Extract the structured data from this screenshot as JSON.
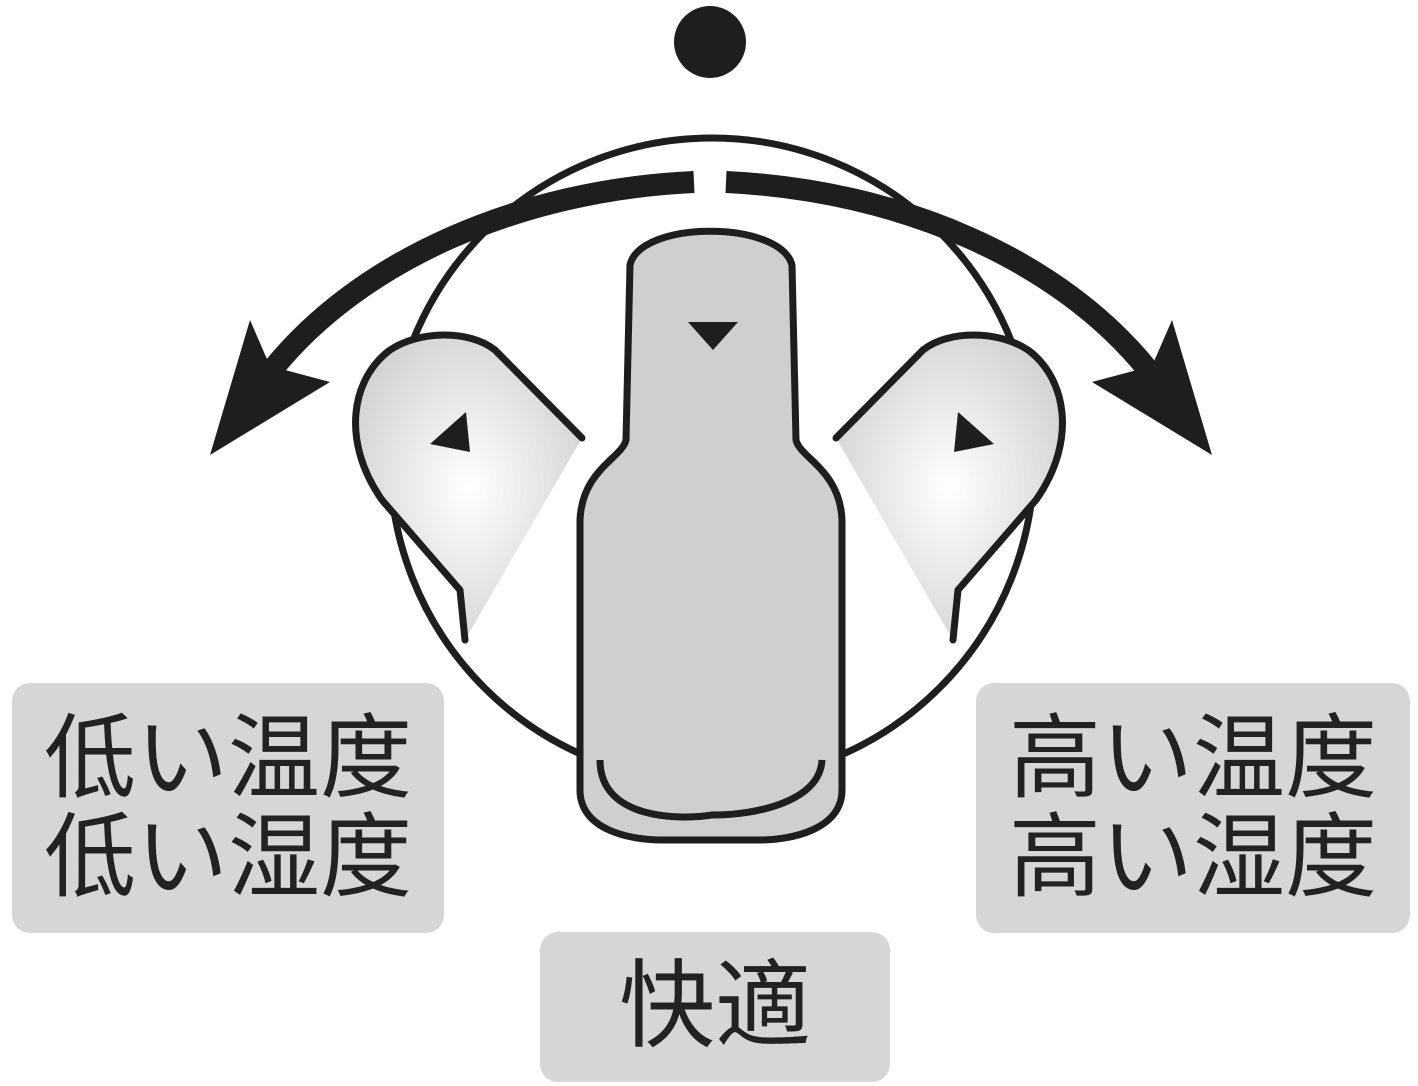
{
  "labels": {
    "left": {
      "line1": "低い温度",
      "line2": "低い湿度"
    },
    "right": {
      "line1": "高い温度",
      "line2": "高い湿度"
    },
    "center": {
      "text": "快適"
    }
  },
  "colors": {
    "ink": "#222222",
    "box_fill": "#d6d6d6",
    "shape_fill": "#cfcfcf",
    "ear_fill": "#e4e4e4"
  },
  "icons": {
    "dial_marker": "filled-circle",
    "pointers": "triangle"
  }
}
